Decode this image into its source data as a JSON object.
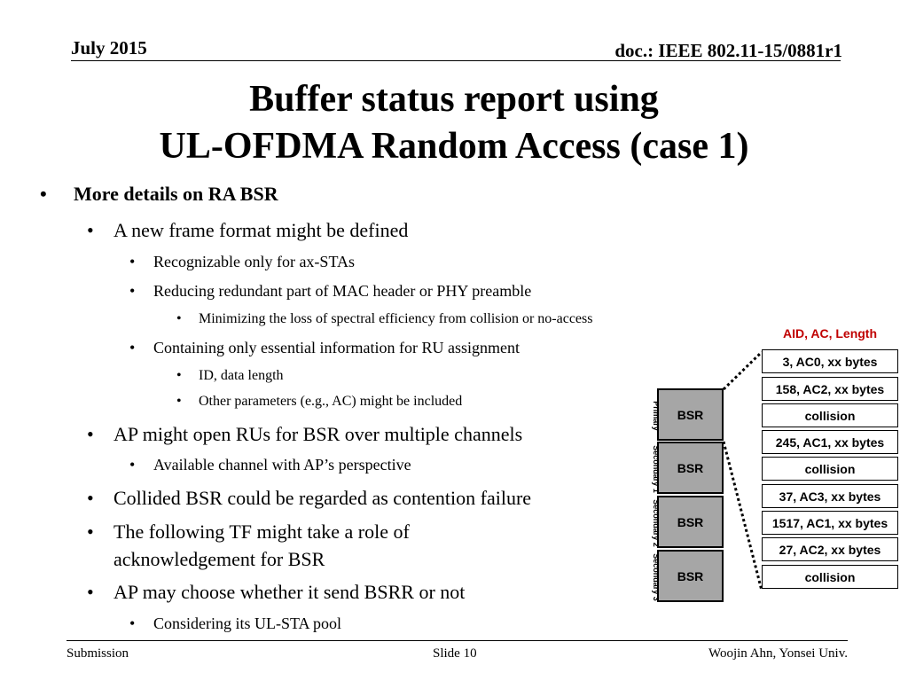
{
  "header": {
    "date": "July 2015",
    "doc_id": "doc.: IEEE 802.11-15/0881r1"
  },
  "title": {
    "line1": "Buffer status report using",
    "line2": "UL-OFDMA Random Access (case 1)"
  },
  "bullets": [
    {
      "level": 1,
      "text": "More details on RA BSR"
    },
    {
      "level": 2,
      "text": "A new frame format might be defined"
    },
    {
      "level": 3,
      "text": "Recognizable only for ax-STAs"
    },
    {
      "level": 3,
      "text": "Reducing redundant part of MAC header or PHY preamble"
    },
    {
      "level": 4,
      "text": "Minimizing the loss of spectral efficiency from collision or no-access"
    },
    {
      "level": 3,
      "text": "Containing only essential information for RU assignment"
    },
    {
      "level": 4,
      "text": "ID, data length"
    },
    {
      "level": 4,
      "text": "Other parameters (e.g., AC) might be included"
    },
    {
      "level": 2,
      "text": "AP might open RUs for BSR over multiple channels"
    },
    {
      "level": 3,
      "text": "Available channel with AP’s perspective"
    },
    {
      "level": 2,
      "text": "Collided BSR could be regarded as contention failure"
    },
    {
      "level": 2,
      "text": "The following TF might take a role of"
    },
    {
      "level": 2,
      "text": "acknowledgement for BSR"
    },
    {
      "level": 2,
      "text": "AP may choose whether it send BSRR or not"
    },
    {
      "level": 3,
      "text": "Considering its UL-STA pool"
    }
  ],
  "bullet_glyph": "•",
  "diagram": {
    "channels": [
      {
        "label": "Primary",
        "box": "BSR"
      },
      {
        "label": "Secondary 1",
        "box": "BSR"
      },
      {
        "label": "Secondary 2",
        "box": "BSR"
      },
      {
        "label": "Secondary 3",
        "box": "BSR"
      }
    ],
    "report_header": "AID, AC, Length",
    "report_header_color": "#c00000",
    "box_color": "#a6a6a6",
    "entries": [
      "3, AC0, xx bytes",
      "158, AC2, xx bytes",
      "collision",
      "245, AC1, xx bytes",
      "collision",
      "37, AC3, xx bytes",
      "1517, AC1, xx bytes",
      "27, AC2, xx bytes",
      "collision"
    ]
  },
  "footer": {
    "left": "Submission",
    "center": "Slide 10",
    "right": "Woojin Ahn, Yonsei Univ."
  }
}
